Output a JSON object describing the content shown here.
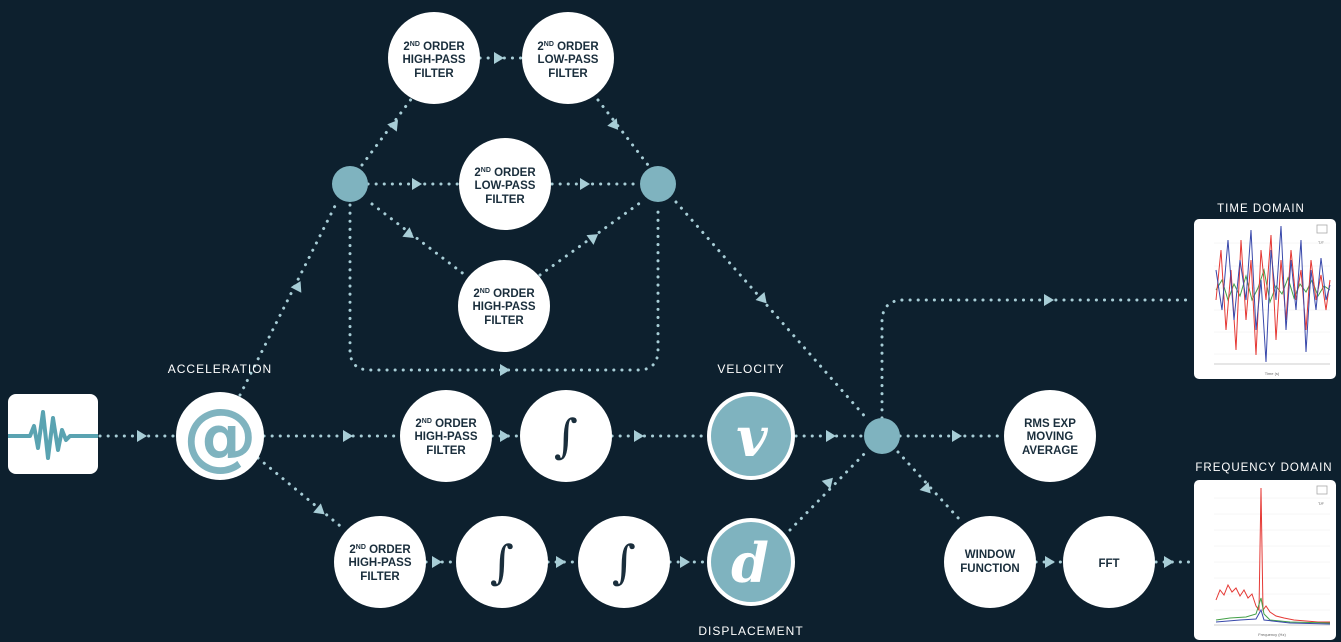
{
  "labels": {
    "acceleration": "ACCELERATION",
    "velocity": "VELOCITY",
    "displacement": "DISPLACEMENT",
    "time_domain": "TIME DOMAIN",
    "frequency_domain": "FREQUENCY DOMAIN"
  },
  "symbols": {
    "acceleration": "@",
    "velocity": "v",
    "displacement": "d",
    "integral": "∫"
  },
  "filters": {
    "order": "2",
    "order_suffix": "ND",
    "order_word": "ORDER",
    "high_pass": "HIGH-PASS",
    "low_pass": "LOW-PASS",
    "filter": "FILTER"
  },
  "rms": {
    "line1": "RMS EXP",
    "line2": "MOVING",
    "line3": "AVERAGE"
  },
  "window": {
    "line1": "WINDOW",
    "line2": "FUNCTION"
  },
  "fft": "FFT",
  "plot_marks": {
    "toggle": "T/F",
    "time_xlabel": "Time (s)",
    "freq_xlabel": "Frequency (Hz)"
  },
  "colors": {
    "background": "#0d202e",
    "node": "#ffffff",
    "accent": "#7fb3bf",
    "node_text": "#1a2e3c",
    "series_red": "#e53935",
    "series_blue": "#3949ab",
    "series_green": "#43a047"
  }
}
